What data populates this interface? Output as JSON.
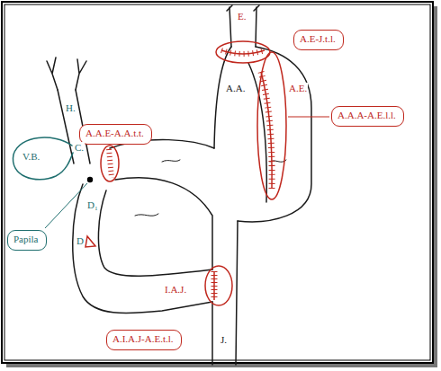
{
  "diagram": {
    "nodes": [
      {
        "text": [
          "A.E-J.t.l."
        ]
      },
      {
        "text": [
          "A.A.A-A.E.l.l."
        ]
      },
      {
        "text": [
          "A.A.E-A.A.t.t."
        ]
      },
      {
        "text": [
          "Papila"
        ]
      },
      {
        "text": [
          "A.I.A.J-A.E.t.l."
        ]
      }
    ],
    "labels": [
      "E.",
      "A.A.",
      "A.E.",
      "H.",
      "C.",
      "V.B.",
      "D₁",
      "D",
      "I.A.J.",
      "J."
    ]
  }
}
